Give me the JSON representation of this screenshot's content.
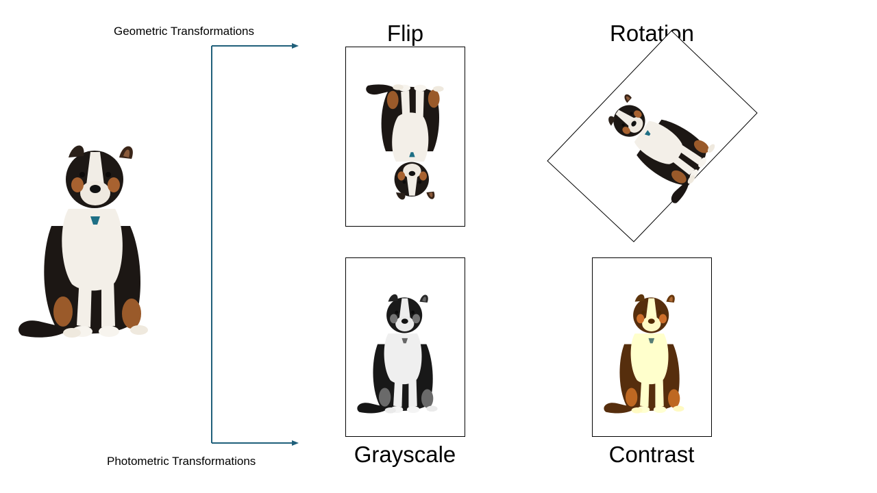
{
  "labels": {
    "geometric": "Geometric Transformations",
    "photometric": "Photometric Transformations"
  },
  "titles": {
    "flip": "Flip",
    "rotation": "Rotation",
    "grayscale": "Grayscale",
    "contrast": "Contrast"
  },
  "colors": {
    "arrow": "#1f5f7a",
    "collar": "#1e6f85"
  }
}
